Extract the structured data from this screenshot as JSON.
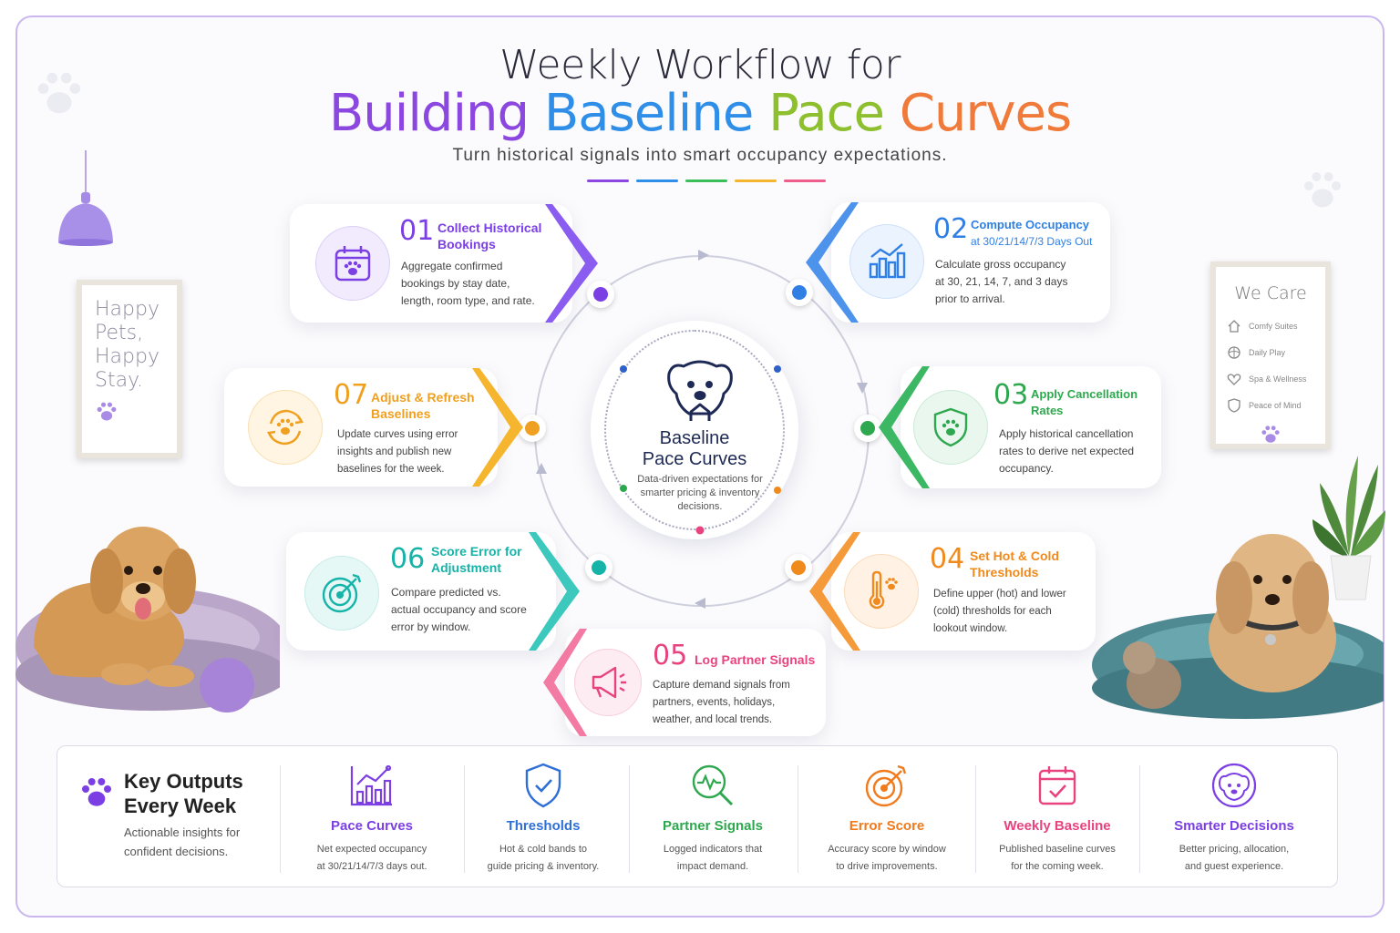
{
  "header": {
    "title_line1": "Weekly Workflow for",
    "title_line2_parts": [
      {
        "text": "Building",
        "color": "#8b47e0"
      },
      {
        "text": "Baseline",
        "color": "#2f8fe8"
      },
      {
        "text": "Pace",
        "color": "#8dbf2e"
      },
      {
        "text": "Curves",
        "color": "#f07a3a"
      }
    ],
    "subtitle": "Turn historical signals into smart occupancy expectations.",
    "tick_colors": [
      "#8b47e0",
      "#2f8fe8",
      "#3cbf5a",
      "#f5b52e",
      "#ef5d8c"
    ]
  },
  "left_frame": {
    "lines": [
      "Happy",
      "Pets,",
      "Happy",
      "Stay."
    ]
  },
  "right_frame": {
    "title": "We Care",
    "items": [
      {
        "label": "Comfy Suites",
        "icon": "home-icon"
      },
      {
        "label": "Daily Play",
        "icon": "ball-icon"
      },
      {
        "label": "Spa & Wellness",
        "icon": "heart-icon"
      },
      {
        "label": "Peace of Mind",
        "icon": "shield-icon"
      }
    ]
  },
  "center": {
    "title_line1": "Baseline",
    "title_line2": "Pace Curves",
    "desc": "Data-driven expectations for smarter pricing & inventory decisions."
  },
  "steps": [
    {
      "num": "01",
      "title_l1": "Collect Historical",
      "title_l2": "Bookings",
      "desc": [
        "Aggregate confirmed",
        "bookings by stay date,",
        "length, room type, and rate."
      ],
      "color": "#7b3fe4",
      "icon": "calendar-paw-icon"
    },
    {
      "num": "02",
      "title_l1": "Compute Occupancy",
      "title_l2": "at 30/21/14/7/3 Days Out",
      "desc": [
        "Calculate gross occupancy",
        "at 30, 21, 14, 7, and 3 days",
        "prior to arrival."
      ],
      "color": "#2f7fe4",
      "icon": "bar-chart-icon"
    },
    {
      "num": "03",
      "title_l1": "Apply Cancellation",
      "title_l2": "Rates",
      "desc": [
        "Apply historical cancellation",
        "rates to derive net expected",
        "occupancy."
      ],
      "color": "#2ea84e",
      "icon": "shield-paw-icon"
    },
    {
      "num": "04",
      "title_l1": "Set Hot & Cold",
      "title_l2": "Thresholds",
      "desc": [
        "Define upper (hot) and lower",
        "(cold) thresholds for each",
        "lookout window."
      ],
      "color": "#f08a1c",
      "icon": "thermometer-paw-icon"
    },
    {
      "num": "05",
      "title_l1": "Log Partner Signals",
      "title_l2": "",
      "desc": [
        "Capture demand signals from",
        "partners, events, holidays,",
        "weather, and local trends."
      ],
      "color": "#e8437e",
      "icon": "megaphone-icon"
    },
    {
      "num": "06",
      "title_l1": "Score Error for",
      "title_l2": "Adjustment",
      "desc": [
        "Compare predicted vs.",
        "actual occupancy and score",
        "error by window."
      ],
      "color": "#16b3a9",
      "icon": "target-icon"
    },
    {
      "num": "07",
      "title_l1": "Adjust & Refresh",
      "title_l2": "Baselines",
      "desc": [
        "Update curves using error",
        "insights and publish new",
        "baselines for the week."
      ],
      "color": "#f0a020",
      "icon": "refresh-paw-icon"
    }
  ],
  "outputs": {
    "title_l1": "Key Outputs",
    "title_l2": "Every Week",
    "sub": "Actionable insights for confident decisions.",
    "items": [
      {
        "title": "Pace Curves",
        "desc_l1": "Net expected occupancy",
        "desc_l2": "at 30/21/14/7/3 days out.",
        "color": "#7b3fe4",
        "icon": "line-chart-icon"
      },
      {
        "title": "Thresholds",
        "desc_l1": "Hot & cold bands to",
        "desc_l2": "guide pricing & inventory.",
        "color": "#2f6fd8",
        "icon": "shield-check-icon"
      },
      {
        "title": "Partner Signals",
        "desc_l1": "Logged indicators that",
        "desc_l2": "impact demand.",
        "color": "#2ea84e",
        "icon": "magnify-pulse-icon"
      },
      {
        "title": "Error Score",
        "desc_l1": "Accuracy score by window",
        "desc_l2": "to drive improvements.",
        "color": "#f07a1c",
        "icon": "target-icon"
      },
      {
        "title": "Weekly Baseline",
        "desc_l1": "Published baseline curves",
        "desc_l2": "for the coming week.",
        "color": "#e8437e",
        "icon": "calendar-check-icon"
      },
      {
        "title": "Smarter Decisions",
        "desc_l1": "Better pricing, allocation,",
        "desc_l2": "and guest experience.",
        "color": "#7b3fe4",
        "icon": "dog-face-icon"
      }
    ]
  }
}
